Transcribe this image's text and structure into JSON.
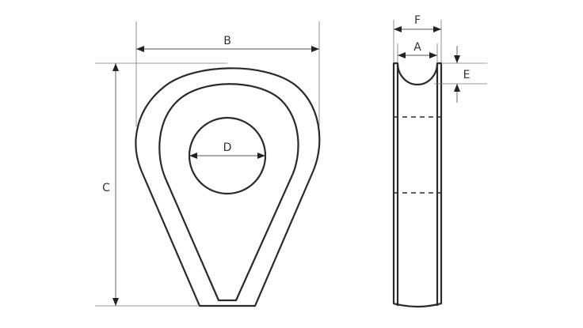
{
  "labels": {
    "B": "B",
    "C": "C",
    "D": "D",
    "F": "F",
    "A": "A",
    "E": "E"
  },
  "colors": {
    "outline": "#2a2a2a",
    "dimension": "#555555"
  }
}
